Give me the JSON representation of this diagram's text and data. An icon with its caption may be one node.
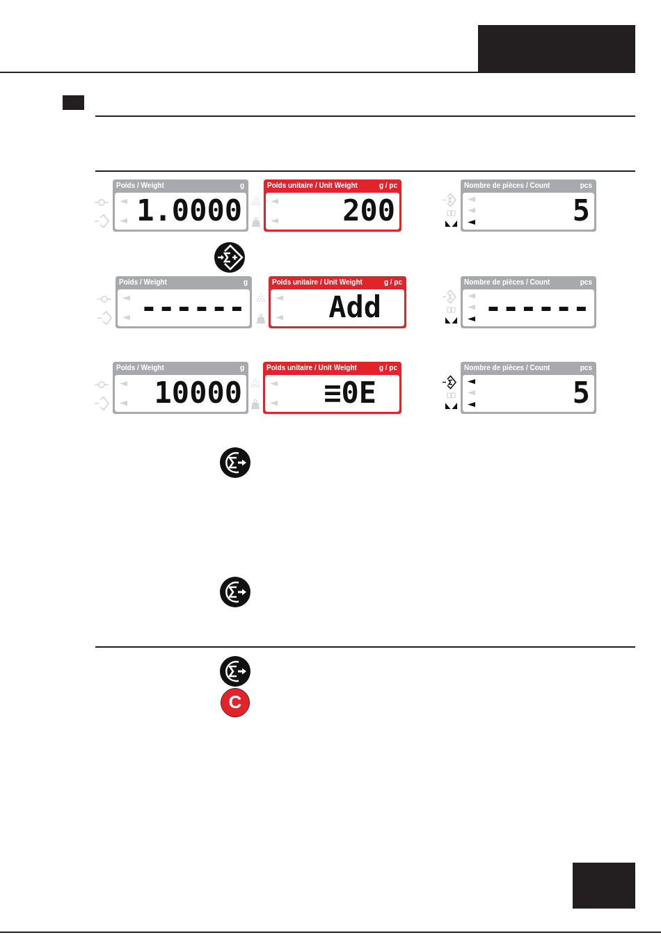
{
  "diagram": {
    "nodes": [
      {
        "text": [
          "Poids / Weight",
          "g",
          "1.0000"
        ]
      },
      {
        "text": [
          "Poids unitaire / Unit Weight",
          "g / pc",
          "200"
        ]
      },
      {
        "text": [
          "Nombre de pièces / Count",
          "pcs",
          "5"
        ]
      },
      {
        "text": [
          "Poids / Weight",
          "g",
          "------"
        ]
      },
      {
        "text": [
          "Poids unitaire / Unit Weight",
          "g / pc",
          "Add"
        ]
      },
      {
        "text": [
          "Nombre de pièces / Count",
          "pcs",
          "------"
        ]
      },
      {
        "text": [
          "Poids / Weight",
          "g",
          "10000"
        ]
      },
      {
        "text": [
          "Poids unitaire / Unit Weight",
          "g / pc",
          "≡0E"
        ]
      },
      {
        "text": [
          "Nombre de pièces / Count",
          "pcs",
          "5"
        ]
      }
    ],
    "labels": [
      "C"
    ]
  }
}
